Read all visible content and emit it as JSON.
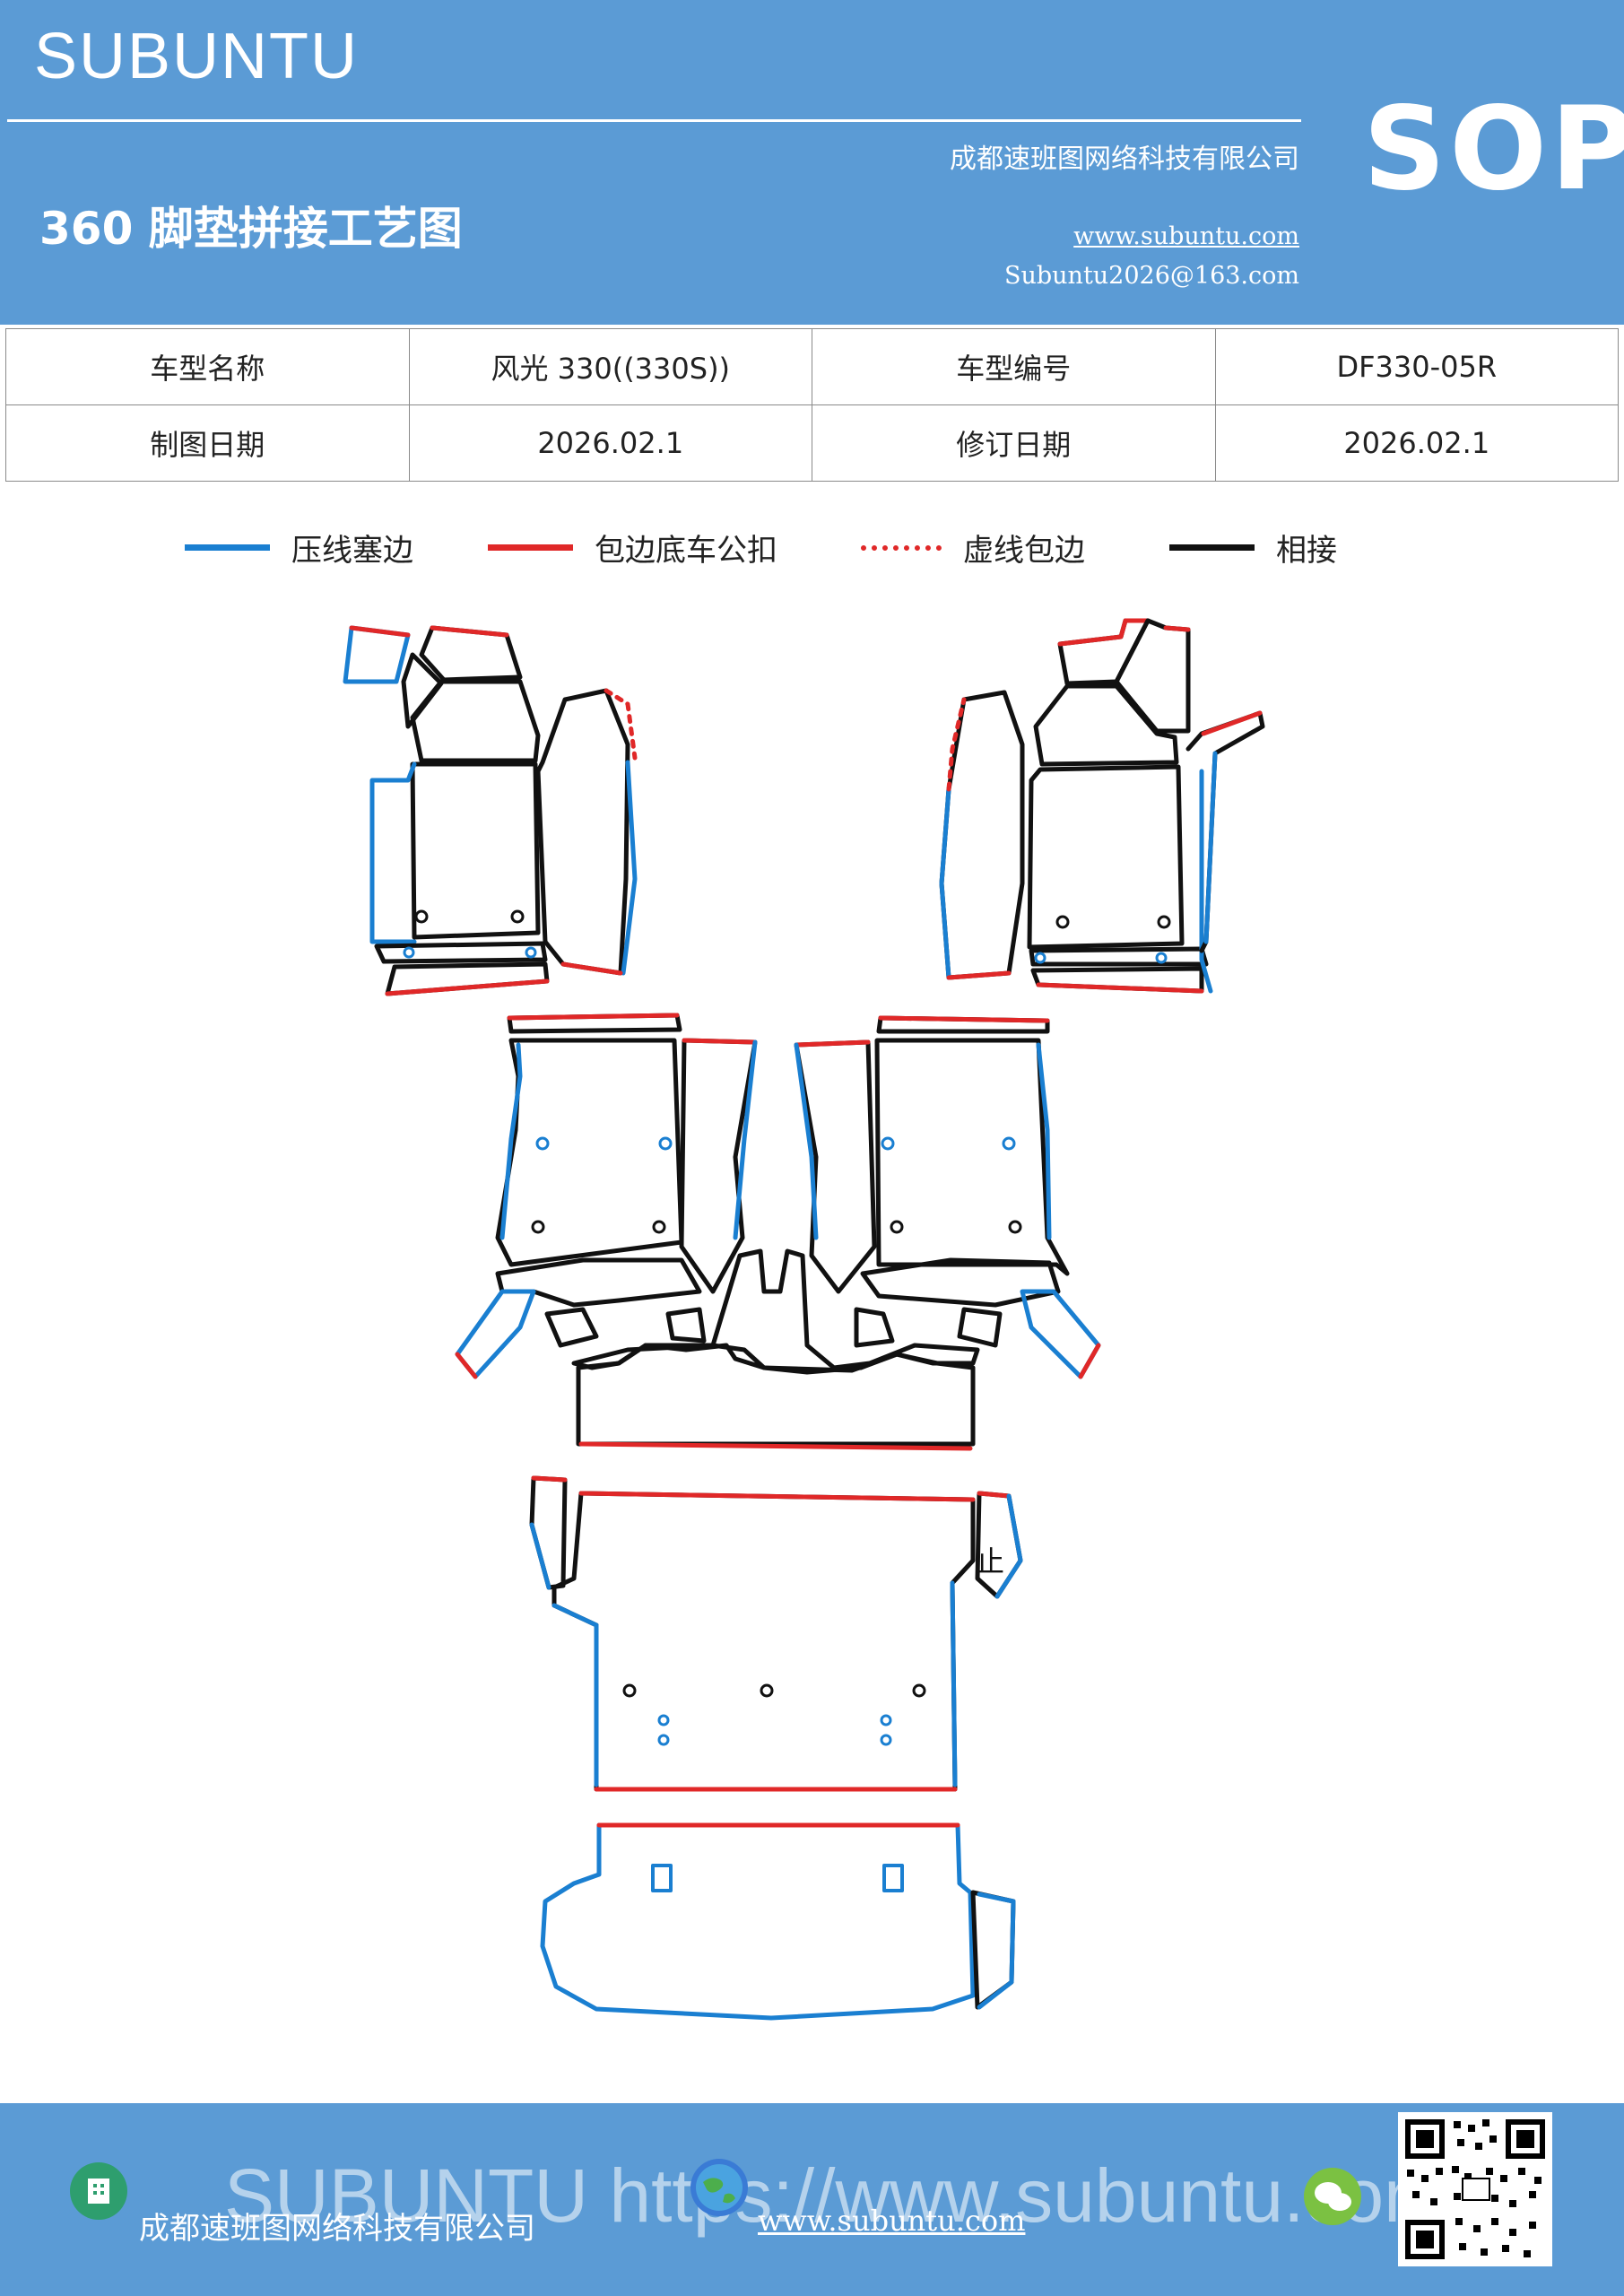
{
  "header": {
    "brand": "SUBUNTU",
    "sop": "SOP",
    "title": "360 脚垫拼接工艺图",
    "company": "成都速班图网络科技有限公司",
    "website": "www.subuntu.com",
    "email": "Subuntu2026@163.com"
  },
  "info_table": {
    "model_name_label": "车型名称",
    "model_name_value": "风光 330((330S))",
    "model_code_label": "车型编号",
    "model_code_value": "DF330-05R",
    "draw_date_label": "制图日期",
    "draw_date_value": "2026.02.1",
    "revise_date_label": "修订日期",
    "revise_date_value": "2026.02.1"
  },
  "legend": [
    {
      "label": "压线塞边",
      "color": "#1a7fd1",
      "style": "solid"
    },
    {
      "label": "包边底车公扣",
      "color": "#e02828",
      "style": "solid"
    },
    {
      "label": "虚线包边",
      "color": "#e02828",
      "style": "dotted"
    },
    {
      "label": "相接",
      "color": "#111111",
      "style": "solid"
    }
  ],
  "diagram": {
    "mark_label": "止"
  },
  "footer": {
    "company": "成都速班图网络科技有限公司",
    "website": "www.subuntu.com",
    "watermark": "SUBUNTU https://www.subuntu.com",
    "building_icon": "building-icon",
    "globe_icon": "globe-icon",
    "wechat_icon": "wechat-icon"
  }
}
